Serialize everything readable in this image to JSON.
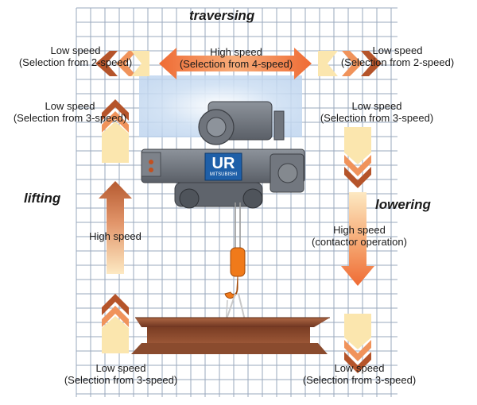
{
  "headings": {
    "traversing": "traversing",
    "lifting": "lifting",
    "lowering": "lowering"
  },
  "labels": {
    "traverse_low_left": {
      "line1": "Low speed",
      "line2": "(Selection from 2-speed)"
    },
    "traverse_high": {
      "line1": "High speed",
      "line2": "(Selection from 4-speed)"
    },
    "traverse_low_right": {
      "line1": "Low speed",
      "line2": "(Selection from 2-speed)"
    },
    "lift_low_top": {
      "line1": "Low speed",
      "line2": "(Selection from 3-speed)"
    },
    "lower_low_top": {
      "line1": "Low speed",
      "line2": "(Selection from 3-speed)"
    },
    "lift_high": {
      "line1": "High speed"
    },
    "lower_high": {
      "line1": "High speed",
      "line2": "(contactor operation)"
    },
    "lift_low_bottom": {
      "line1": "Low speed",
      "line2": "(Selection from 3-speed)"
    },
    "lower_low_bottom": {
      "line1": "Low speed",
      "line2": "(Selection from 3-speed)"
    }
  },
  "logo": {
    "text": "UR",
    "subtext": "MITSUBISHI"
  },
  "colors": {
    "grid": "#9aa8bd",
    "arrow_dark": "#b5542a",
    "arrow_orange": "#f08a4b",
    "arrow_light": "#fbe9b5",
    "hoist_body": "#6b7078",
    "beam": "#8a4b2e",
    "hook": "#f07a1a",
    "glow": "#c9dcf2"
  }
}
